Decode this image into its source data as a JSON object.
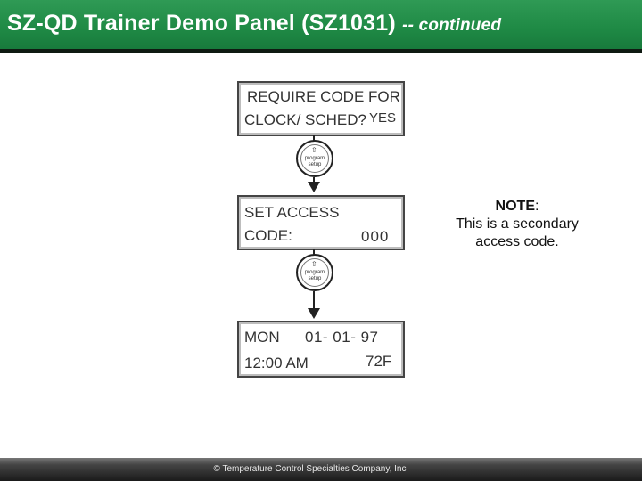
{
  "header": {
    "title": "SZ-QD Trainer Demo Panel (SZ1031)",
    "suffix": "-- continued",
    "accent_color": "#1f8a45"
  },
  "screens": [
    {
      "line1a": "REQUIRE CODE FOR",
      "line2a": "CLOCK/ SCHED?",
      "line2b": "YES"
    },
    {
      "line1a": "SET ACCESS",
      "line2a": "CODE:",
      "line2b": "000"
    },
    {
      "line1a": "MON",
      "line1b": "01- 01- 97",
      "line2a": "12:00 AM",
      "line2b": "72F"
    }
  ],
  "buttons": [
    {
      "icon": "program-setup-icon",
      "label_top": "program",
      "label_bottom": "setup"
    },
    {
      "icon": "program-setup-icon",
      "label_top": "program",
      "label_bottom": "setup"
    }
  ],
  "note": {
    "heading": "NOTE",
    "body_line1": "This is a secondary",
    "body_line2": "access code."
  },
  "footer": {
    "copyright": "© Temperature Control Specialties Company, Inc"
  }
}
